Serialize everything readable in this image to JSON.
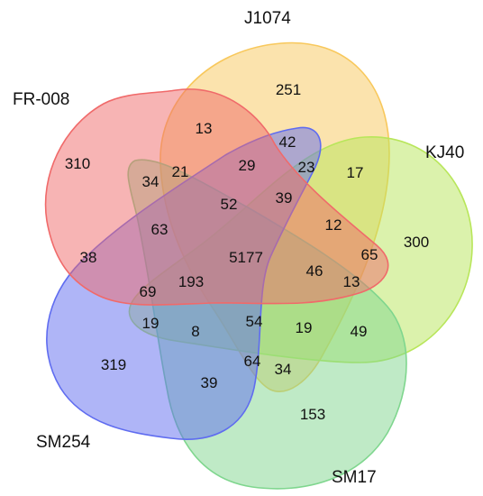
{
  "sets": [
    {
      "id": "FR-008",
      "label": "FR-008",
      "color": "#f06a6a"
    },
    {
      "id": "J1074",
      "label": "J1074",
      "color": "#f8c85c"
    },
    {
      "id": "KJ40",
      "label": "KJ40",
      "color": "#b8e65a"
    },
    {
      "id": "SM17",
      "label": "SM17",
      "color": "#7fd68e"
    },
    {
      "id": "SM254",
      "label": "SM254",
      "color": "#5f6cf0"
    }
  ],
  "counts": {
    "fr008_only": "310",
    "j1074_only": "251",
    "kj40_only": "300",
    "sm17_only": "153",
    "sm254_only": "319",
    "c13_a": "13",
    "c42": "42",
    "c23": "23",
    "c17": "17",
    "c21": "21",
    "c29": "29",
    "c34_a": "34",
    "c52": "52",
    "c39_a": "39",
    "c12": "12",
    "c63": "63",
    "c65": "65",
    "c38": "38",
    "c5177": "5177",
    "c46": "46",
    "c13_b": "13",
    "c69": "69",
    "c193": "193",
    "c19_a": "19",
    "c8": "8",
    "c54": "54",
    "c19_b": "19",
    "c49": "49",
    "c64": "64",
    "c34_b": "34",
    "c39_b": "39"
  }
}
